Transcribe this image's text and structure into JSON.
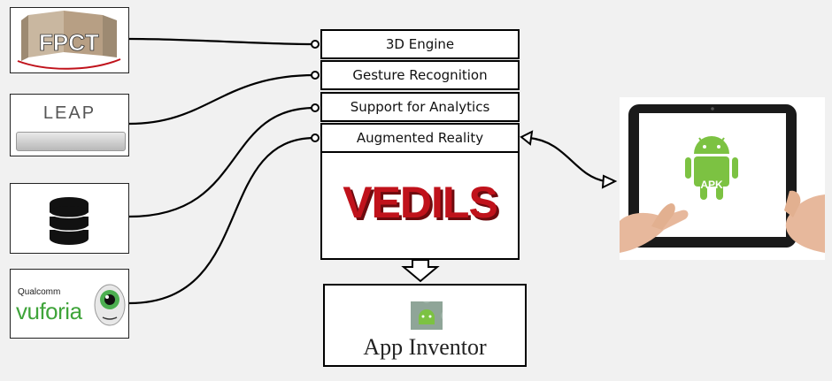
{
  "features": [
    {
      "label": "3D Engine"
    },
    {
      "label": "Gesture Recognition"
    },
    {
      "label": "Support for Analytics"
    },
    {
      "label": "Augmented Reality"
    }
  ],
  "core": {
    "logo_text": "VEDILS"
  },
  "inputs": {
    "fpct": {
      "logo_text": "FPCT"
    },
    "leap": {
      "logo_text": "LEAP"
    },
    "database": {
      "icon": "database-icon"
    },
    "vuforia": {
      "brand": "Qualcomm",
      "logo_text": "vuforia"
    }
  },
  "output": {
    "label": "App Inventor"
  },
  "device": {
    "badge": "APK"
  },
  "colors": {
    "vedils_red": "#c0121b",
    "vuforia_green": "#3fa43a",
    "android_green": "#7cc242"
  }
}
